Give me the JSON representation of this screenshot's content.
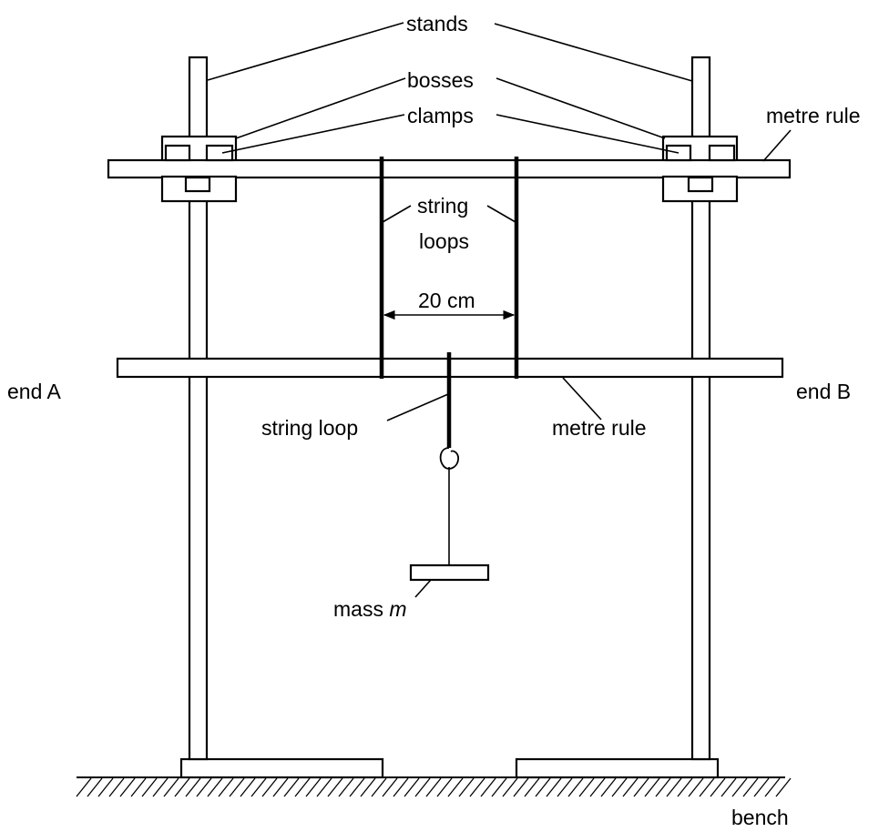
{
  "labels": {
    "stands": "stands",
    "bosses": "bosses",
    "clamps": "clamps",
    "metre_rule_top": "metre rule",
    "string_loops_line1": "string",
    "string_loops_line2": "loops",
    "distance": "20 cm",
    "end_a": "end A",
    "end_b": "end B",
    "string_loop": "string loop",
    "metre_rule_lower": "metre rule",
    "mass": "mass ",
    "mass_symbol": "m",
    "bench": "bench"
  }
}
